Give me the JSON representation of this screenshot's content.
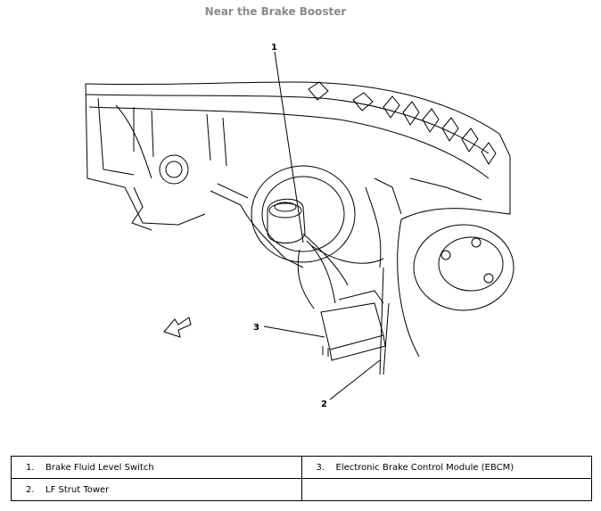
{
  "title": "Near the Brake Booster",
  "callouts": [
    {
      "number": "1"
    },
    {
      "number": "2"
    },
    {
      "number": "3"
    }
  ],
  "legend": [
    [
      {
        "number": "1.",
        "label": "Brake Fluid Level Switch"
      },
      {
        "number": "3.",
        "label": "Electronic Brake Control Module (EBCM)"
      }
    ],
    [
      {
        "number": "2.",
        "label": "LF Strut Tower"
      },
      {
        "number": "",
        "label": ""
      }
    ]
  ]
}
